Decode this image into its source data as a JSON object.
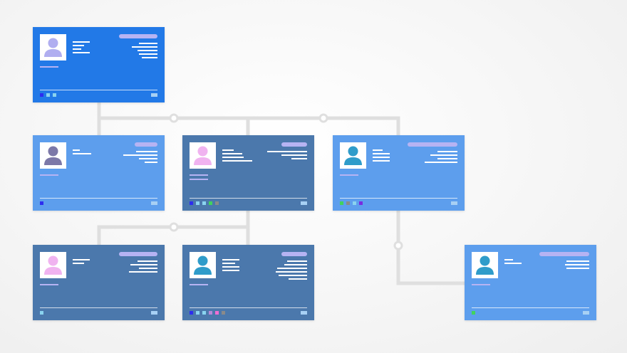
{
  "colors": {
    "connector": "#dfdfdf",
    "top_card": "#2279e7",
    "light_card": "#5d9eed",
    "dark_card": "#4b78ac",
    "card_text": "#ffffff",
    "accent_pill": "#b6b3f3"
  },
  "icons": {
    "person": "person-avatar-icon"
  },
  "nodes": [
    {
      "id": "root",
      "tone": "top",
      "avatar_color": "#b0aef0",
      "mid_lines": [
        24,
        16,
        12,
        24
      ],
      "right_lines": [
        26,
        36,
        28,
        26,
        22
      ],
      "pill_width": 54,
      "name_bars": 1,
      "dots": [
        "#2d2df0",
        "#8ad3ef",
        "#8ad3ef"
      ]
    },
    {
      "id": "child-1",
      "tone": "light",
      "avatar_color": "#7c78a8",
      "mid_lines": [
        10,
        26
      ],
      "right_lines": [
        30,
        48,
        26,
        18
      ],
      "pill_width": 32,
      "name_bars": 1,
      "dots": [
        "#2d2df0"
      ]
    },
    {
      "id": "child-2",
      "tone": "dark",
      "avatar_color": "#f0b3f0",
      "mid_lines": [
        16,
        28,
        30,
        42
      ],
      "right_lines": [
        56,
        36,
        22
      ],
      "pill_width": 36,
      "name_bars": 2,
      "dots": [
        "#2d2df0",
        "#8ad3ef",
        "#8ad3ef",
        "#41d35c",
        "#8a8a8a"
      ]
    },
    {
      "id": "child-3",
      "tone": "light",
      "avatar_color": "#2f9cca",
      "mid_lines": [
        14,
        24,
        24,
        24
      ],
      "right_lines": [
        28,
        38,
        28,
        46
      ],
      "pill_width": 70,
      "name_bars": 1,
      "dots": [
        "#41d35c",
        "#8a8a8a",
        "#8ad3ef",
        "#7a2ce0"
      ]
    },
    {
      "id": "grandchild-1",
      "tone": "dark",
      "avatar_color": "#f0b3f0",
      "mid_lines": [
        24,
        16
      ],
      "right_lines": [
        28,
        38,
        26,
        40
      ],
      "pill_width": 54,
      "name_bars": 1,
      "dots": [
        "#8ad3ef"
      ]
    },
    {
      "id": "grandchild-2",
      "tone": "dark",
      "avatar_color": "#2f9cca",
      "mid_lines": [
        24,
        18,
        24,
        24
      ],
      "right_lines": [
        28,
        32,
        42,
        44,
        40,
        26
      ],
      "pill_width": 36,
      "name_bars": 1,
      "dots": [
        "#2d2df0",
        "#8ad3ef",
        "#8ad3ef",
        "#b58ad9",
        "#f06ed3",
        "#8a8a8a"
      ]
    },
    {
      "id": "grandchild-3",
      "tone": "light",
      "avatar_color": "#2f9cca",
      "mid_lines": [
        12,
        24
      ],
      "right_lines": [
        32,
        34,
        32
      ],
      "pill_width": 70,
      "name_bars": 1,
      "dots": [
        "#41d35c"
      ]
    }
  ]
}
